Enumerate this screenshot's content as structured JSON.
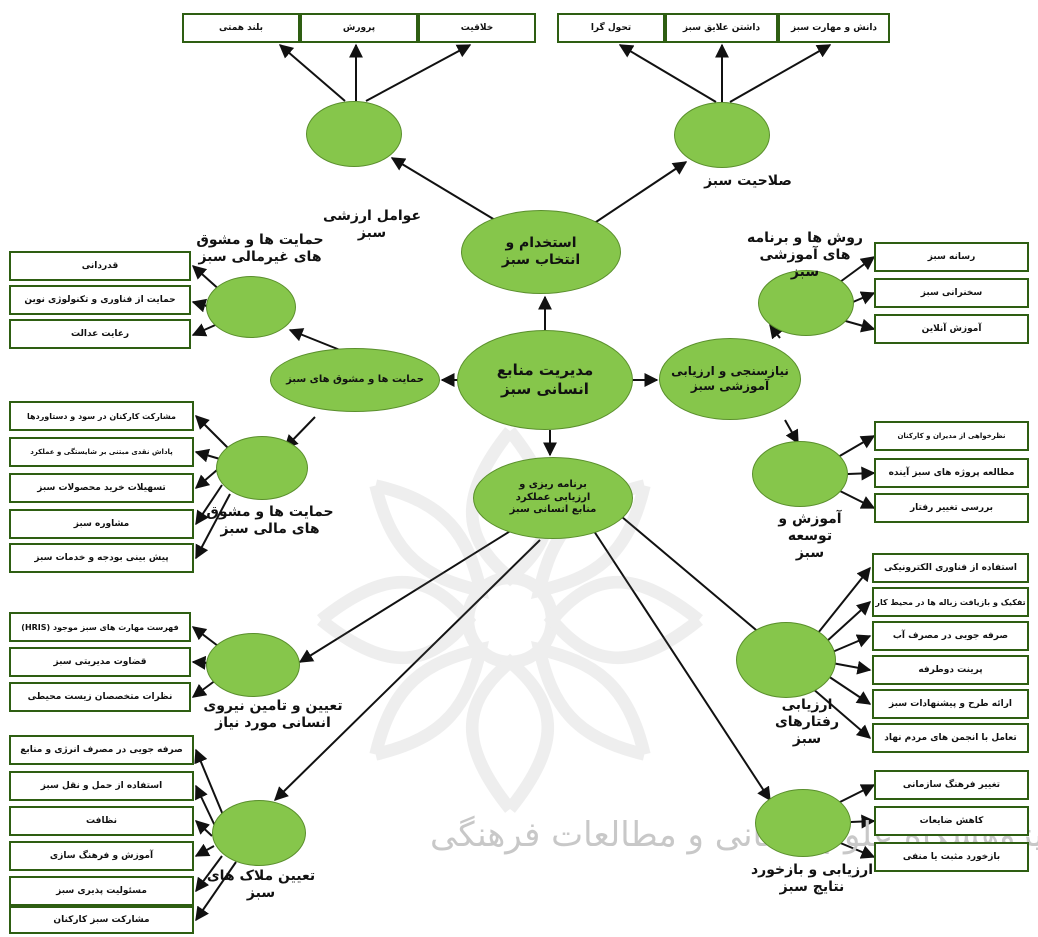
{
  "colors": {
    "node_fill": "#86c64b",
    "box_border": "#2e5e12",
    "arrow": "#111111"
  },
  "center": "مدیریت منابع\nانسانی سبز",
  "nodes": {
    "recruitment": "استخدام و\nانتخاب سبز",
    "needs": "نیازسنجی و ارزیابی\nآموزشی سبز",
    "support": "حمایت ها و مشوق های سبز",
    "planning": "برنامه ریزی و\nارزیابی عملکرد\nمنابع انسانی سبز"
  },
  "labels": {
    "values": "عوامل ارزشی سبز",
    "competence": "صلاحیت سبز",
    "nonfin": "حمایت ها و مشوق\nهای غیرمالی سبز",
    "methods": "روش ها و برنامه\nهای آموزشی سبز",
    "fin": "حمایت ها و مشوق\nهای مالی سبز",
    "training": "آموزش و توسعه\nسبز",
    "workforce": "تعیین و تامین نیروی\nانسانی مورد نیاز",
    "behavior": "ارزیابی رفتارهای\nسبز",
    "criteria": "تعیین ملاک های\nسبز",
    "feedback": "ارزیابی و بازخورد\nنتایج سبز"
  },
  "boxes": {
    "values": [
      "بلند همتی",
      "پرورش",
      "خلاقیت"
    ],
    "competence": [
      "تحول گرا",
      "داشتن علایق سبز",
      "دانش و مهارت سبز"
    ],
    "nonfin": [
      "قدردانی",
      "حمایت از فناوری و تکنولوژی نوین",
      "رعایت عدالت"
    ],
    "methods": [
      "رسانه سبز",
      "سخنرانی سبز",
      "آموزش آنلاین"
    ],
    "fin": [
      "مشارکت کارکنان در سود و دستاوردها",
      "پاداش نقدی مبتنی بر شایستگی و عملکرد",
      "تسهیلات خرید محصولات سبز",
      "مشاوره سبز",
      "پیش بینی بودجه و خدمات سبز"
    ],
    "training": [
      "نظرخواهی از مدیران و کارکنان",
      "مطالعه پروژه های سبز آینده",
      "بررسی تغییر رفتار"
    ],
    "workforce": [
      "فهرست مهارت های سبز موجود (HRIS)",
      "قضاوت مدیریتی سبز",
      "نظرات متخصصان زیست محیطی"
    ],
    "behavior": [
      "استفاده از فناوری الکترونیکی",
      "تفکیک و بازیافت زباله ها در محیط کار",
      "صرفه جویی در مصرف آب",
      "پرینت دوطرفه",
      "ارائه طرح و پیشنهادات سبز",
      "تعامل با انجمن های مردم نهاد"
    ],
    "criteria": [
      "صرفه جویی در مصرف انرژی و منابع",
      "استفاده از حمل و نقل سبز",
      "نظافت",
      "آموزش و فرهنگ سازی",
      "مسئولیت پذیری سبز",
      "مشارکت سبز کارکنان"
    ],
    "feedback": [
      "تغییر فرهنگ سازمانی",
      "کاهش ضایعات",
      "بازخورد مثبت یا منفی"
    ]
  },
  "watermark": "پژوهشگاه علوم انسانی و مطالعات فرهنگی"
}
